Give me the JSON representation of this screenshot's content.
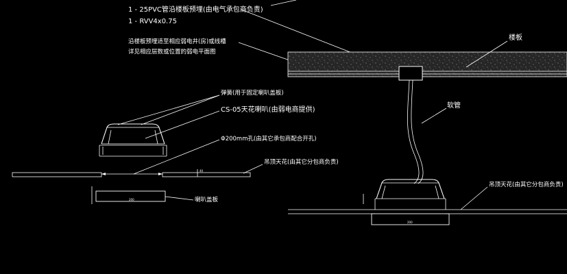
{
  "colors": {
    "background": "#000000",
    "line": "#ffffff",
    "slab_fill": "#2a2a2a"
  },
  "labels": {
    "conduit_line1": "1 - 25PVC管沿楼板预埋(由电气承包商负责)",
    "conduit_line2": "1 - RVV4x0.75",
    "slab_note1": "沿楼板预埋适至相应弱电井(房)或线槽",
    "slab_note2": "详见相应层数或位置的弱电平面图",
    "floor_slab": "楼板",
    "spring": "弹簧(用于固定喇叭盖板)",
    "speaker_model": "CS-05天花喇叭(由弱电商提供)",
    "hole": "Φ200mm孔(由其它承包商配合开孔)",
    "ceiling_left": "吊顶天花(由其它分包商负责)",
    "cover_plate": "喇叭盖板",
    "hose": "软管",
    "ceiling_right": "吊顶天花(由其它分包商负责)"
  },
  "dimensions": {
    "cover_width": "200",
    "right_width": "200",
    "gap": "40"
  }
}
